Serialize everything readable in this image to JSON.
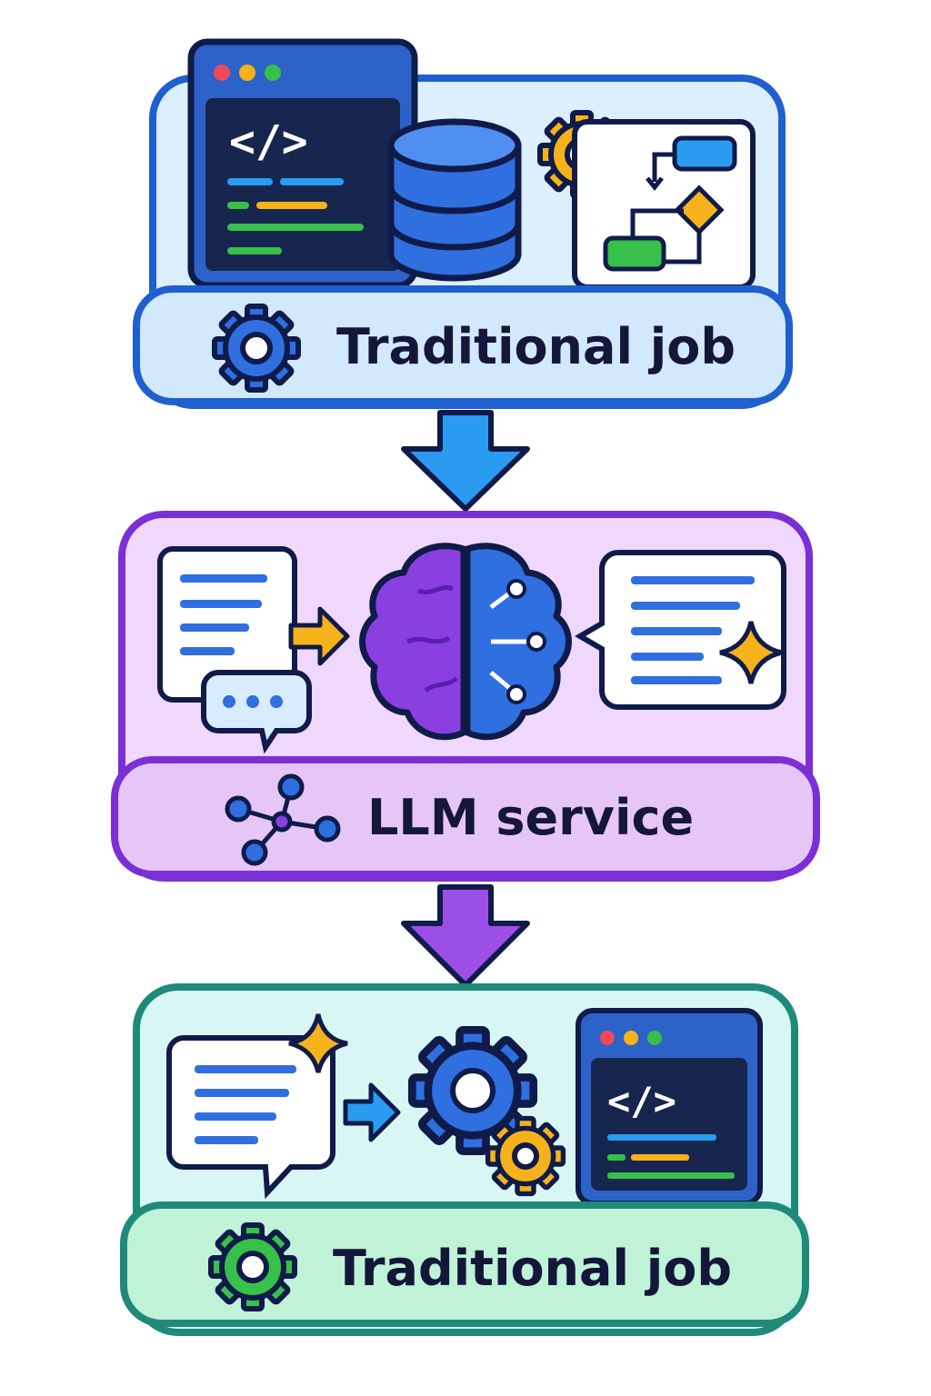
{
  "stages": [
    {
      "label": "Traditional job",
      "accent": "#1f5fd0",
      "fill": "#dcefff",
      "label_fill": "#d2e9fb"
    },
    {
      "label": "LLM service",
      "accent": "#7b2fd6",
      "fill": "#efd8fb",
      "label_fill": "#e6c6f6"
    },
    {
      "label": "Traditional job",
      "accent": "#1f8a7a",
      "fill": "#d8f7f4",
      "label_fill": "#bff2d6"
    }
  ],
  "icons": {
    "code_symbol": "</>"
  },
  "colors": {
    "outline": "#101b4a",
    "blue": "#2f6fe0",
    "yellow": "#f6b21b",
    "green": "#37c04a",
    "purple": "#8a3fe0",
    "arrow_blue": "#2a9bf0",
    "arrow_purple": "#9b4fe6"
  }
}
